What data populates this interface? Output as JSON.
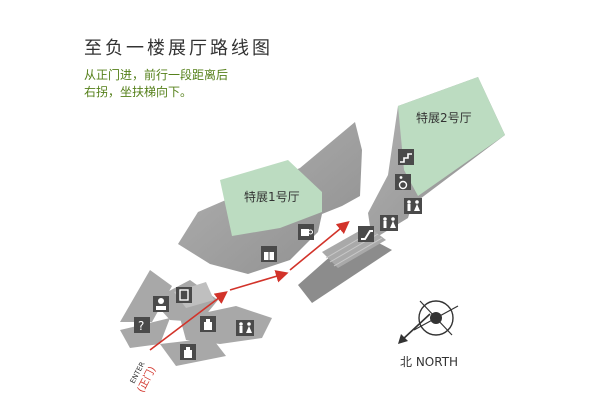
{
  "title": "至负一楼展厅路线图",
  "directions": {
    "line1": "从正门进，前行一段距离后",
    "line2": "右拐，坐扶梯向下。"
  },
  "halls": {
    "hall1": "特展1号厅",
    "hall2": "特展2号厅"
  },
  "entrance": {
    "en": "ENTER",
    "cn": "(正门)"
  },
  "compass": {
    "label": "北 NORTH"
  },
  "icons": [
    "help-icon",
    "info-desk-icon",
    "locker-icon",
    "toilet-icon",
    "bottle-icon",
    "gift-shop-icon",
    "cafe-icon",
    "escalator-icon",
    "accessible-icon",
    "stairs-icon",
    "toilet-icon"
  ],
  "colors": {
    "building": "#9a9a9a",
    "hall": "#bcdcc1",
    "route": "#d2332a",
    "icon_bg": "#4a4a4a",
    "directions_text": "#55801a"
  }
}
